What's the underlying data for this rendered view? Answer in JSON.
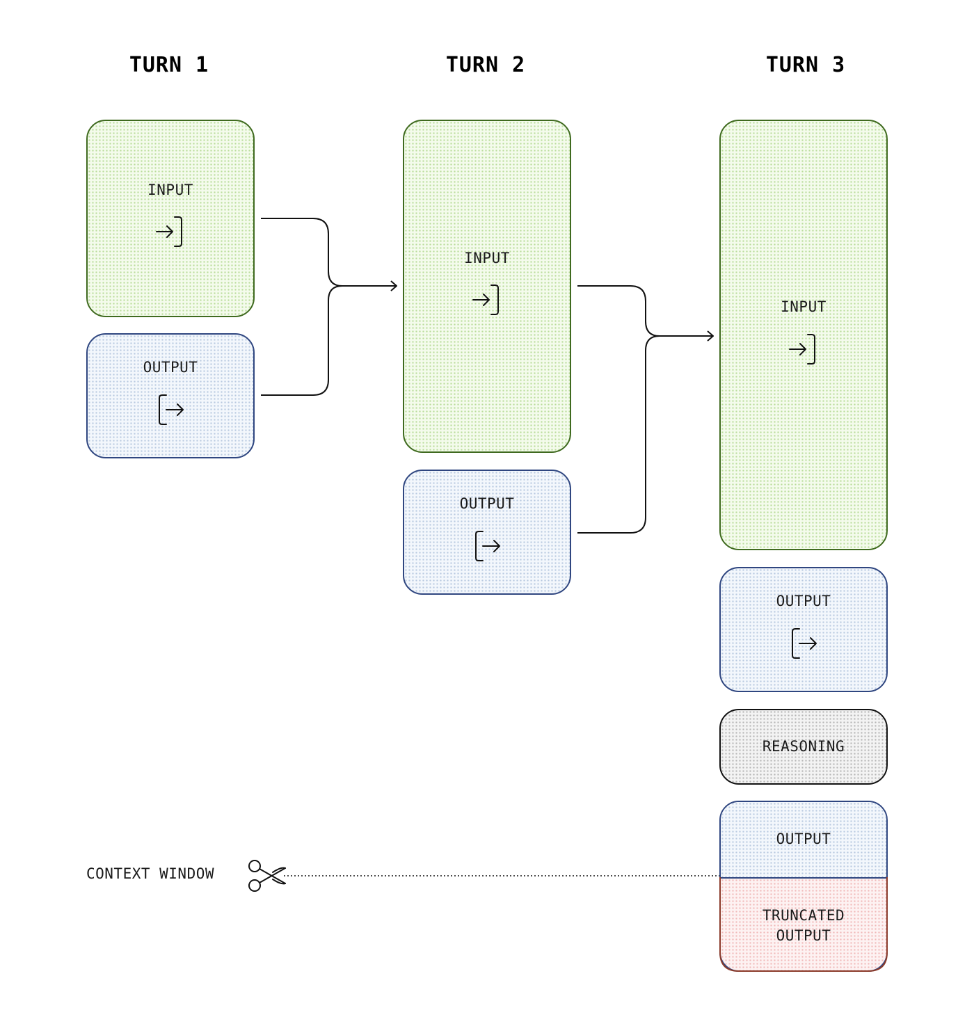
{
  "turns": [
    {
      "title": "TURN 1"
    },
    {
      "title": "TURN 2"
    },
    {
      "title": "TURN 3"
    }
  ],
  "labels": {
    "input": "INPUT",
    "output": "OUTPUT",
    "reasoning": "REASONING",
    "output_final": "OUTPUT",
    "truncated_line1": "TRUNCATED",
    "truncated_line2": "OUTPUT",
    "context_window": "CONTEXT WINDOW"
  },
  "icons": {
    "input": "input-arrow-icon",
    "output": "output-arrow-icon",
    "cut": "scissors-icon"
  },
  "colors": {
    "input_border": "#3f6a1f",
    "input_fill": "#f4fbec",
    "output_border": "#2f4680",
    "output_fill": "#f3f7fc",
    "reasoning_border": "#111111",
    "truncated_border": "#8a3a2a",
    "truncated_fill": "#fdf2f2"
  }
}
